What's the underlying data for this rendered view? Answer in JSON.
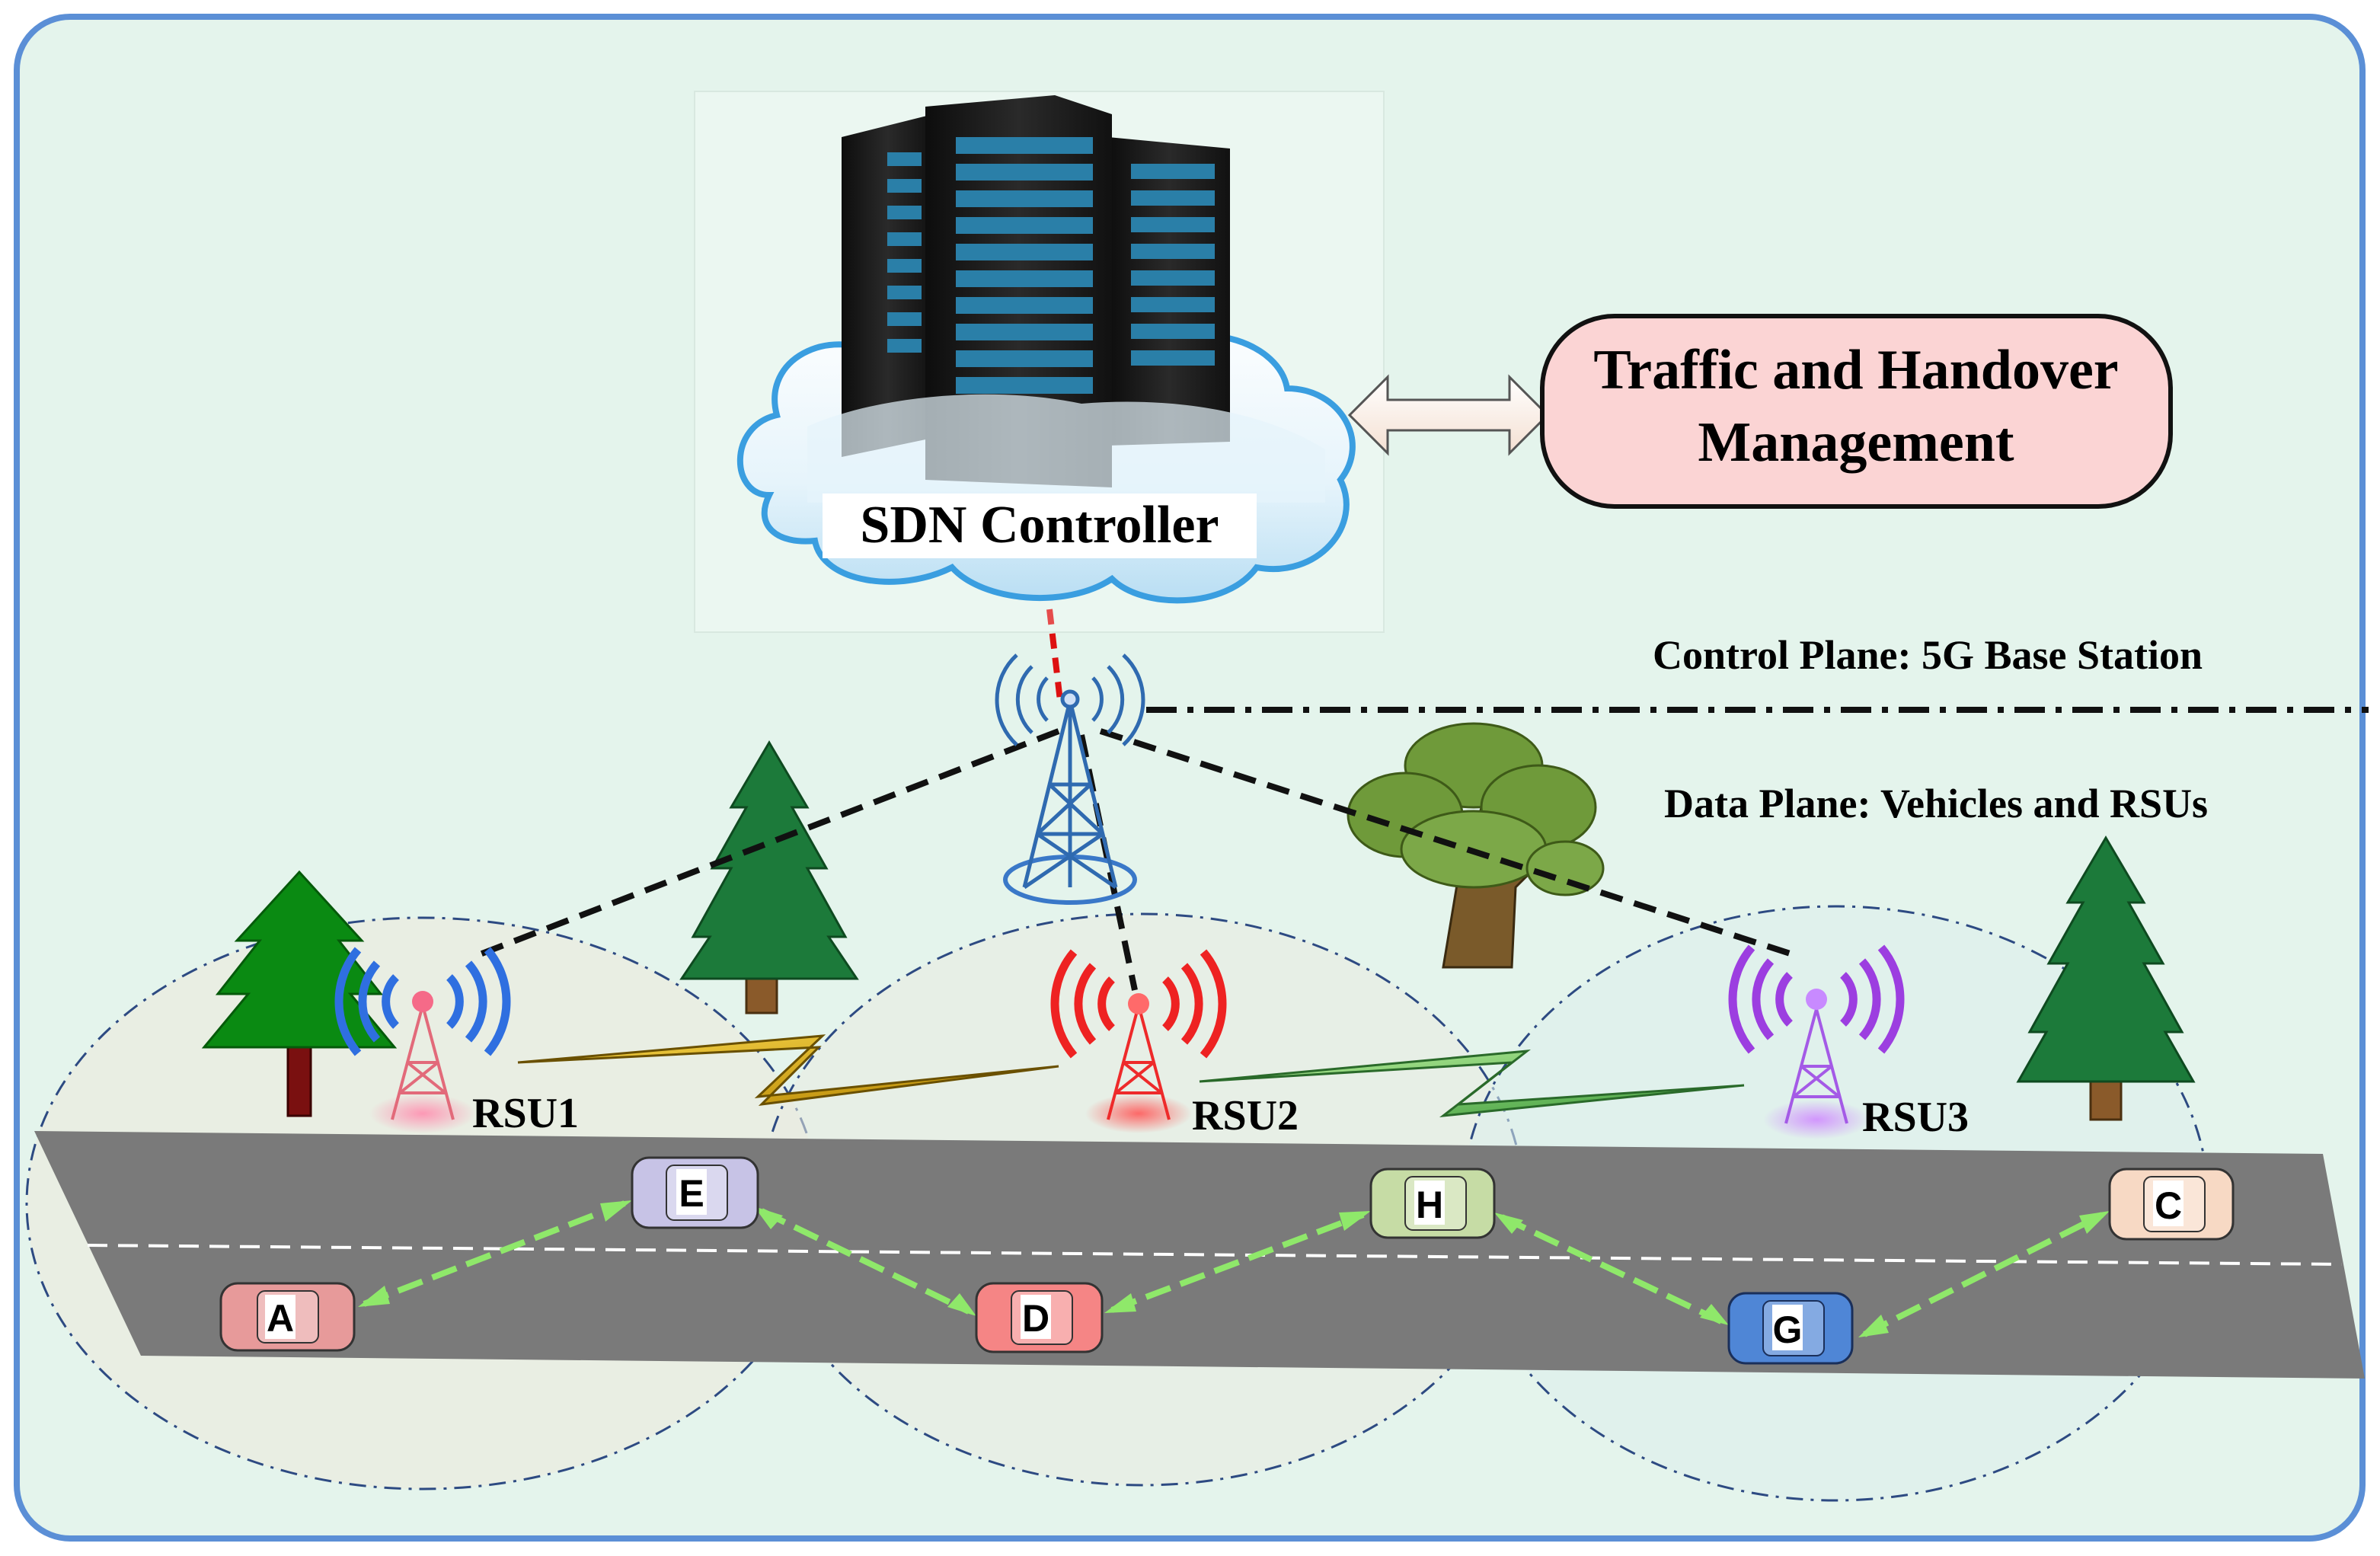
{
  "controller": {
    "label": "SDN Controller"
  },
  "management": {
    "line1": "Traffic and Handover",
    "line2": "Management"
  },
  "planes": {
    "control": "Control Plane: 5G Base Station",
    "data": "Data Plane: Vehicles and RSUs"
  },
  "rsus": [
    {
      "label": "RSU1",
      "color": "#2f6fe0"
    },
    {
      "label": "RSU2",
      "color": "#ee2222"
    },
    {
      "label": "RSU3",
      "color": "#9c3ee0"
    }
  ],
  "vehicles": [
    {
      "label": "A",
      "color": "#e79a9a"
    },
    {
      "label": "E",
      "color": "#c7c3e6"
    },
    {
      "label": "D",
      "color": "#f58585"
    },
    {
      "label": "H",
      "color": "#c6dca5"
    },
    {
      "label": "G",
      "color": "#4f86d6"
    },
    {
      "label": "C",
      "color": "#f7d9c4"
    }
  ],
  "colors": {
    "background": "#e4f4ec",
    "frame": "#5b8fd6",
    "road": "#7a7a7a",
    "v2v_link": "#8fe86a",
    "control_link": "#111111",
    "backhaul_link": "#dd1111",
    "management_box": "#fbd4d4"
  }
}
